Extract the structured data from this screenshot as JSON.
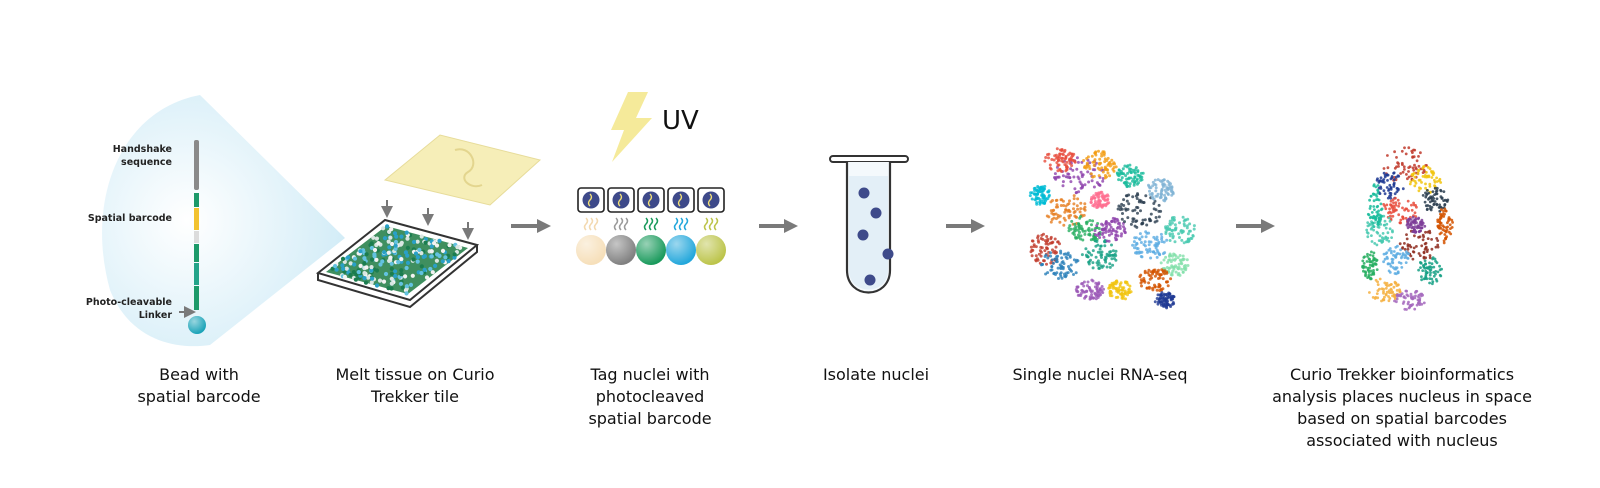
{
  "bead_labels": {
    "handshake": "Handshake\nsequence",
    "spatial_barcode": "Spatial barcode",
    "linker": "Photo-cleavable\nLinker"
  },
  "uv_label": "UV",
  "steps": [
    {
      "caption": "Bead with\nspatial barcode"
    },
    {
      "caption": "Melt tissue on Curio\nTrekker tile"
    },
    {
      "caption": "Tag nuclei with\nphotocleaved\nspatial barcode"
    },
    {
      "caption": "Isolate nuclei"
    },
    {
      "caption": "Single nuclei RNA-seq"
    },
    {
      "caption": "Curio Trekker bioinformatics\nanalysis places nucleus in space\nbased on spatial barcodes\nassociated with nucleus"
    }
  ],
  "colors": {
    "arrow": "#7a7a7a",
    "bead_teal": "#1aa3b8",
    "barcode_green": "#1c9a6a",
    "barcode_yellow": "#f2c230",
    "stem_gray": "#8a8a8a",
    "uv_yellow": "#f5ea9a",
    "beads": [
      "#f6dfb9",
      "#808080",
      "#1a9a5c",
      "#23a7db",
      "#bcc44a"
    ]
  }
}
